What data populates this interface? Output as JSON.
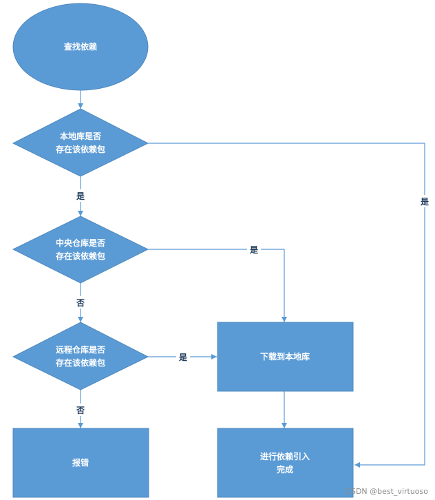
{
  "nodes": {
    "start": "查找依赖",
    "local_check": [
      "本地库是否",
      "存在该依赖包"
    ],
    "central_check": [
      "中央仓库是否",
      "存在该依赖包"
    ],
    "remote_check": [
      "远程仓库是否",
      "存在该依赖包"
    ],
    "download": "下载到本地库",
    "error": "报错",
    "done": [
      "进行依赖引入",
      "完成"
    ]
  },
  "edges": {
    "local_yes": "是",
    "local_to_central": "是",
    "central_yes": "是",
    "central_no": "否",
    "remote_yes": "是",
    "remote_no": "否"
  },
  "watermark": "CSDN @best_virtuoso",
  "colors": {
    "shape_fill": "#5b9bd5",
    "line": "#5b9bd5",
    "label": "#1f3b5a"
  }
}
